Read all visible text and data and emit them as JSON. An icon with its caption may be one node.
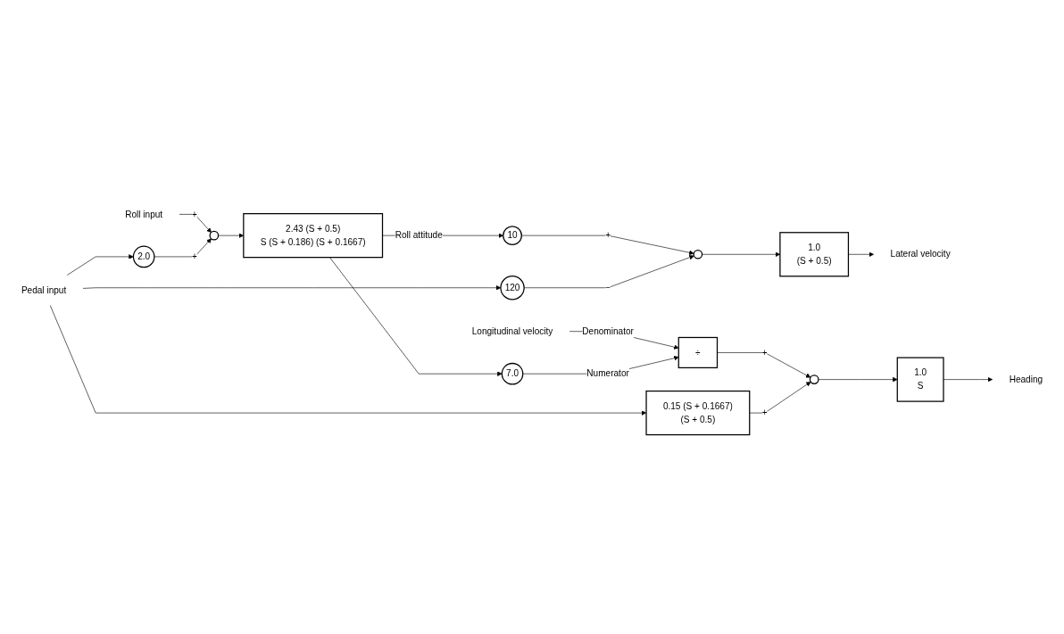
{
  "diagram": {
    "nodes": [
      {
        "text": [
          "Roll input"
        ]
      },
      {
        "text": [],
        "shape": "circle"
      },
      {
        "text": [
          "2.43 (S + 0.5)",
          "S (S + 0.186) (S + 0.1667)"
        ]
      },
      {
        "text": [
          "2.0"
        ]
      },
      {
        "text": [
          "10"
        ]
      },
      {
        "text": [],
        "shape": "circle"
      },
      {
        "text": [
          "1.0",
          "(S + 0.5)"
        ]
      },
      {
        "text": [
          "Lateral velocity"
        ]
      },
      {
        "text": [
          "Pedal input"
        ]
      },
      {
        "text": [
          "120"
        ]
      },
      {
        "text": [
          "Longitudinal velocity"
        ]
      },
      {
        "text": [
          "÷"
        ]
      },
      {
        "text": [
          "7.0"
        ]
      },
      {
        "text": [
          "0.15 (S + 0.1667)",
          "(S + 0.5)"
        ]
      },
      {
        "text": [],
        "shape": "circle"
      },
      {
        "text": [
          "1.0",
          "S"
        ]
      },
      {
        "text": [
          "Heading"
        ]
      }
    ],
    "edges": [
      {
        "from": 0,
        "to": 1,
        "arrow": "to",
        "label": "+"
      },
      {
        "from": 3,
        "to": 1,
        "arrow": "to",
        "label": "+"
      },
      {
        "from": 1,
        "to": 2,
        "arrow": "to"
      },
      {
        "from": 2,
        "to": 4,
        "arrow": "to",
        "label": "Roll attitude"
      },
      {
        "from": 2,
        "to": 12,
        "arrow": "to"
      },
      {
        "from": 4,
        "to": 5,
        "arrow": "to",
        "label": "+"
      },
      {
        "from": 9,
        "to": 5,
        "arrow": "to",
        "label": "−"
      },
      {
        "from": 5,
        "to": 6,
        "arrow": "to"
      },
      {
        "from": 6,
        "to": 7,
        "arrow": "to"
      },
      {
        "from": 8,
        "to": 9,
        "arrow": "to"
      },
      {
        "from": 8,
        "to": 3,
        "arrow": "to"
      },
      {
        "from": 8,
        "to": 13,
        "arrow": "to"
      },
      {
        "from": 10,
        "to": 11,
        "arrow": "to",
        "label": "Denominator"
      },
      {
        "from": 12,
        "to": 11,
        "arrow": "to",
        "label": "Numerator"
      },
      {
        "from": 11,
        "to": 14,
        "arrow": "to",
        "label": "+"
      },
      {
        "from": 13,
        "to": 14,
        "arrow": "to",
        "label": "+"
      },
      {
        "from": 14,
        "to": 15,
        "arrow": "to"
      },
      {
        "from": 15,
        "to": 16,
        "arrow": "to"
      }
    ]
  }
}
